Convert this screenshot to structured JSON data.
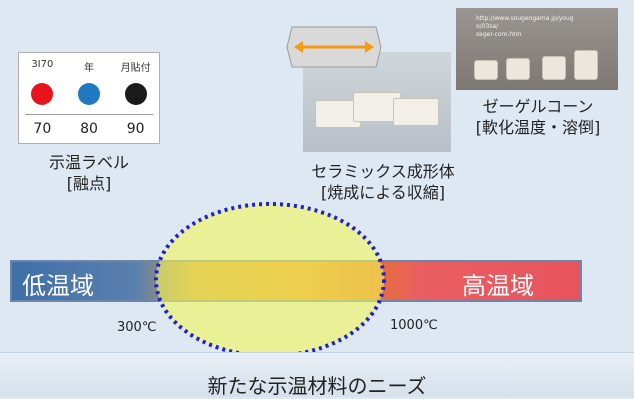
{
  "thermo_label": {
    "header": [
      "3I70",
      "年",
      "月貼付"
    ],
    "dot_colors": [
      "#e8141b",
      "#1e78c2",
      "#1a1a1a"
    ],
    "values": [
      "70",
      "80",
      "90"
    ],
    "caption_line1": "示温ラベル",
    "caption_line2": "[融点]"
  },
  "ceramic": {
    "caption_line1": "セラミックス成形体",
    "caption_line2": "[焼成による収縮]",
    "arrow_color": "#f39c12"
  },
  "seger": {
    "url_lines": [
      "http://www.sougengama.jp/youg",
      "o/03sa/",
      "seger-com.htm"
    ],
    "caption_line1": "ゼーゲルコーン",
    "caption_line2": "[軟化温度・溶倒]"
  },
  "temperature_bar": {
    "low_label": "低温域",
    "high_label": "高温域",
    "tick_low": "300℃",
    "tick_high": "1000℃"
  },
  "footer": {
    "title": "新たな示温材料のニーズ"
  },
  "colors": {
    "ellipse_fill": "#f1f55c",
    "ellipse_border": "#1f1fd6",
    "low_blue": "#3f6fa8",
    "high_red": "#e8535e"
  }
}
